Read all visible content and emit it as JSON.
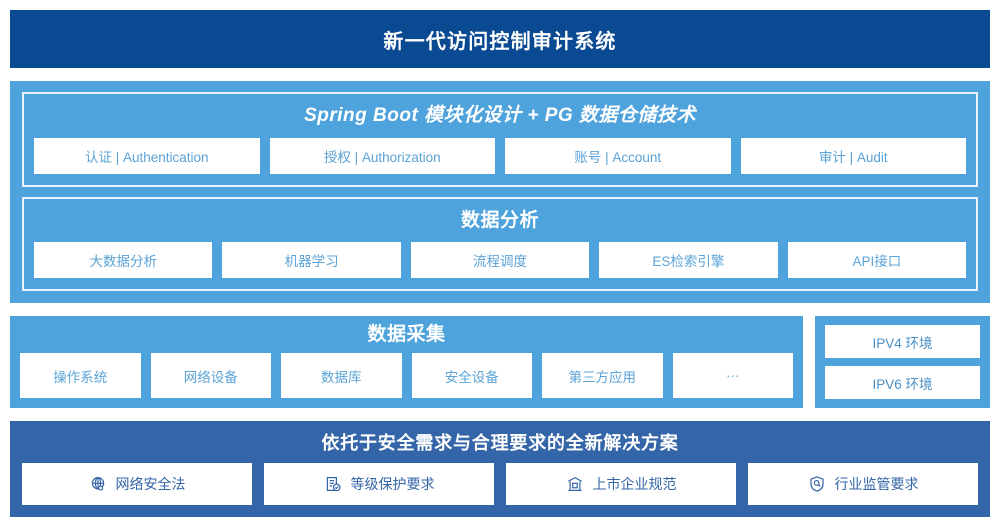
{
  "header": {
    "title": "新一代访问控制审计系统"
  },
  "platform": {
    "groups": [
      {
        "title": "Spring Boot 模块化设计 + PG 数据仓储技术",
        "cards": [
          "认证 | Authentication",
          "授权 | Authorization",
          "账号 | Account",
          "审计 | Audit"
        ]
      },
      {
        "title": "数据分析",
        "cards": [
          "大数据分析",
          "机器学习",
          "流程调度",
          "ES检索引擎",
          "API接口"
        ]
      }
    ]
  },
  "collection": {
    "title": "数据采集",
    "cards": [
      "操作系统",
      "网络设备",
      "数据库",
      "安全设备",
      "第三方应用",
      "···"
    ]
  },
  "environment": {
    "cards": [
      "IPV4 环境",
      "IPV6 环境"
    ]
  },
  "compliance": {
    "title": "依托于安全需求与合理要求的全新解决方案",
    "cards": [
      {
        "icon": "globe-icon",
        "label": "网络安全法"
      },
      {
        "icon": "document-check-icon",
        "label": "等级保护要求"
      },
      {
        "icon": "bank-building-icon",
        "label": "上市企业规范"
      },
      {
        "icon": "shield-search-icon",
        "label": "行业监管要求"
      }
    ]
  },
  "colors": {
    "header_blue": "#0a4a92",
    "panel_blue": "#4ea3dd",
    "compliance_blue": "#3465a8",
    "card_text_blue": "#5ba3d6",
    "card_bg": "#ffffff"
  }
}
